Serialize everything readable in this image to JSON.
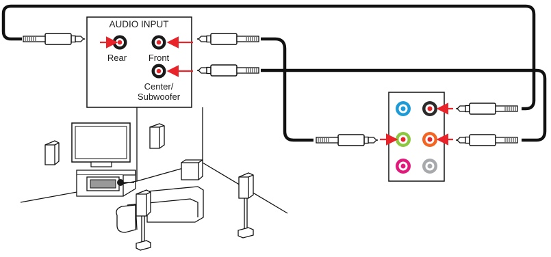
{
  "audio_input": {
    "title": "AUDIO INPUT",
    "rear_label": "Rear",
    "front_label": "Front",
    "center_label_line1": "Center/",
    "center_label_line2": "Subwoofer"
  },
  "colors": {
    "cable": "#111111",
    "arrow": "#e8232a",
    "jack_blue": "#1e9bd7",
    "jack_black": "#2b2b2b",
    "jack_green": "#8dc63f",
    "jack_orange": "#f26522",
    "jack_pink": "#e2197c",
    "jack_gray": "#a7a9ac"
  },
  "icons": {
    "connector": "audio-plug-icon",
    "jack": "audio-jack-icon",
    "tv": "tv-icon",
    "speaker": "speaker-icon",
    "sofa": "sofa-icon"
  }
}
